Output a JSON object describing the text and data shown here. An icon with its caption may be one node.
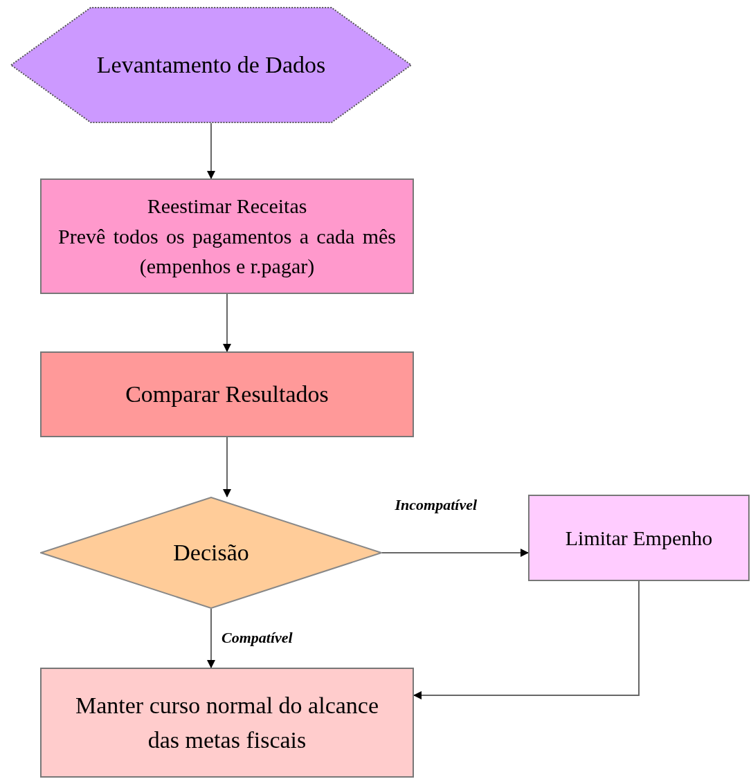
{
  "diagram": {
    "nodes": [
      {
        "text": [
          "Levantamento de Dados"
        ]
      },
      {
        "text": [
          "Reestimar Receitas",
          "Prevê todos os pagamentos a cada mês (empenhos e r.pagar)"
        ]
      },
      {
        "text": [
          "Comparar Resultados"
        ]
      },
      {
        "text": [
          "Decisão"
        ]
      },
      {
        "text": [
          "Limitar Empenho"
        ]
      },
      {
        "text": [
          "Manter curso normal do alcance das metas fiscais"
        ]
      }
    ],
    "edges": [
      {
        "from": 0,
        "to": 1,
        "arrow": "to"
      },
      {
        "from": 1,
        "to": 2,
        "arrow": "to"
      },
      {
        "from": 2,
        "to": 3,
        "arrow": "to"
      },
      {
        "from": 3,
        "to": 4,
        "arrow": "to",
        "label": "Incompatível"
      },
      {
        "from": 3,
        "to": 5,
        "arrow": "to",
        "label": "Compatível"
      },
      {
        "from": 4,
        "to": 5,
        "arrow": "to"
      }
    ]
  }
}
